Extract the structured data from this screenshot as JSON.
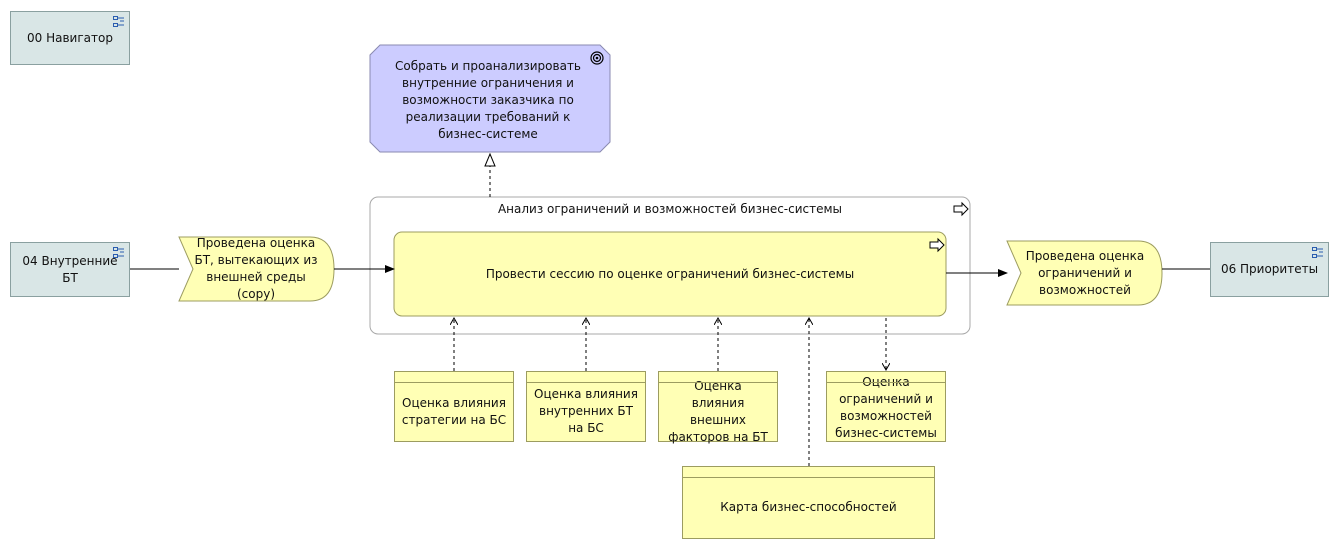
{
  "navigators": {
    "n00": "00 Навигатор",
    "n04": "04 Внутренние БТ",
    "n06": "06 Приоритеты"
  },
  "goal": {
    "text": "Собрать и проанализировать внутренние ограничения и возможности заказчика по реализации требований к бизнес-системе"
  },
  "process_group": {
    "title": "Анализ ограничений и возможностей бизнес-системы"
  },
  "process": {
    "text": "Провести сессию по оценке ограничений бизнес-системы"
  },
  "events": {
    "input": "Проведена оценка БТ, вытекающих из внешней среды (copy)",
    "output": "Проведена оценка ограничений и возможностей"
  },
  "artifacts": {
    "a1": "Оценка влияния стратегии на БС",
    "a2": "Оценка влияния внутренних БТ на БС",
    "a3": "Оценка влияния внешних факторов на БТ",
    "a4": "Оценка ограничений и возможностей бизнес-системы",
    "a5": "Карта бизнес-способностей"
  },
  "colors": {
    "navigator_fill": "#d9e6e6",
    "goal_fill": "#ccccff",
    "process_fill": "#ffffb5",
    "event_fill": "#ffffb5"
  }
}
